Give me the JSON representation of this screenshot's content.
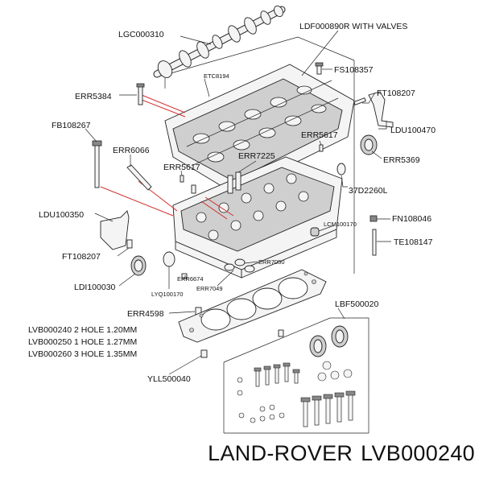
{
  "labels": {
    "lgc000310": "LGC000310",
    "ldf000890r": "LDF000890R WITH VALVES",
    "fs108357": "FS108357",
    "err5384": "ERR5384",
    "etc8194": "ETC8194",
    "ft108207_top": "FT108207",
    "ldu100470": "LDU100470",
    "fb108267": "FB108267",
    "err5617_right": "ERR5617",
    "err5369": "ERR5369",
    "err6066": "ERR6066",
    "err7225": "ERR7225",
    "err5617_left": "ERR5617",
    "d37d2260l": "37D2260L",
    "ldu100350": "LDU100350",
    "fn108046": "FN108046",
    "lcm100170": "LCM100170",
    "te108147": "TE108147",
    "ft108207_left": "FT108207",
    "err7050": "ERR7050",
    "err6674": "ERR6674",
    "ldi100030": "LDI100030",
    "lyq100170": "LYQ100170",
    "err7049": "ERR7049",
    "lbf500020": "LBF500020",
    "err4598": "ERR4598",
    "gasket_line1": "LVB000240 2 HOLE 1.20MM",
    "gasket_line2": "LVB000250 1 HOLE 1.27MM",
    "gasket_line3": "LVB000260 3 HOLE 1.35MM",
    "yll500040": "YLL500040"
  },
  "footer": {
    "brand": "LAND-ROVER",
    "part_number": "LVB000240"
  }
}
